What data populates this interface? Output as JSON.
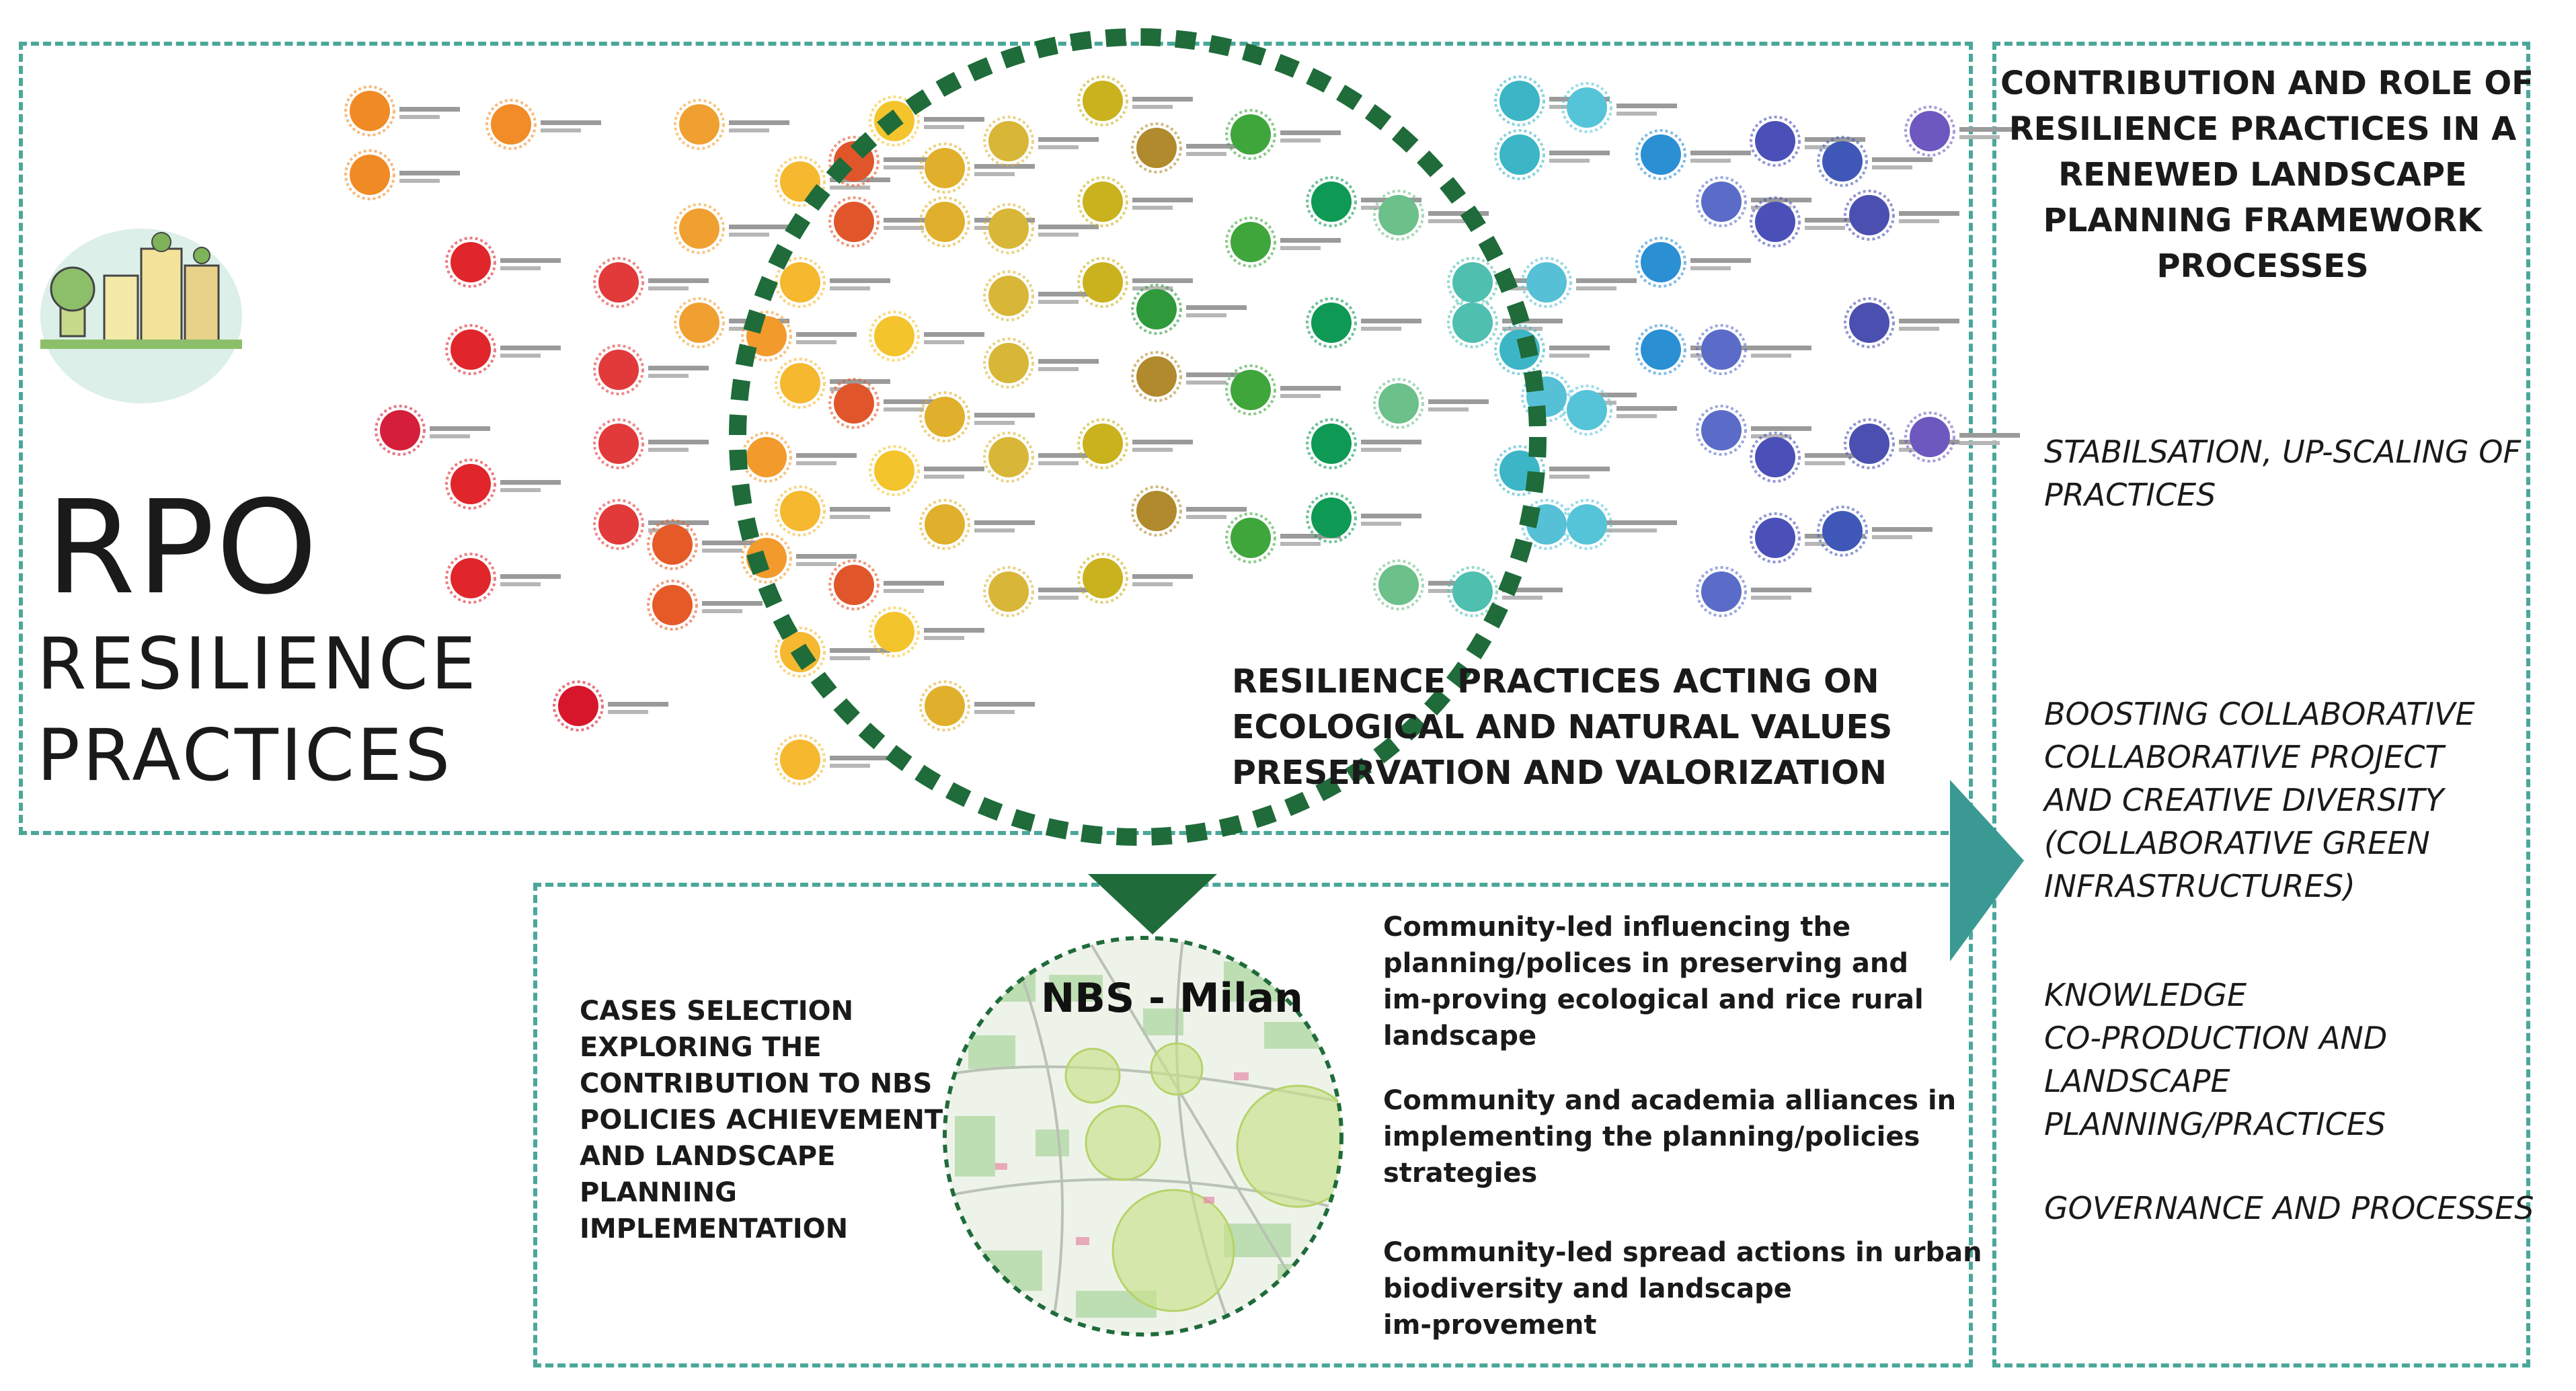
{
  "left_title": {
    "line1": "RPO",
    "line2": "RESILIENCE",
    "line3": "PRACTICES"
  },
  "caption": [
    "RESILIENCE PRACTICES ACTING ON",
    "ECOLOGICAL AND NATURAL VALUES",
    "PRESERVATION AND VALORIZATION"
  ],
  "right_title": [
    "CONTRIBUTION AND ROLE OF",
    "RESILIENCE PRACTICES IN A",
    "RENEWED LANDSCAPE",
    "PLANNING FRAMEWORK",
    "PROCESSES"
  ],
  "right_items": [
    [
      "STABILSATION, UP-SCALING OF",
      "PRACTICES"
    ],
    [
      "BOOSTING COLLABORATIVE",
      "COLLABORATIVE PROJECT",
      "AND CREATIVE DIVERSITY",
      "(COLLABORATIVE GREEN",
      "INFRASTRUCTURES)"
    ],
    [
      "KNOWLEDGE",
      "CO-PRODUCTION AND",
      "LANDSCAPE",
      "PLANNING/PRACTICES"
    ],
    [
      "GOVERNANCE AND PROCESSES"
    ]
  ],
  "cases": [
    "CASES SELECTION",
    "EXPLORING THE",
    "CONTRIBUTION TO NBS",
    "POLICIES ACHIEVEMENT",
    "AND LANDSCAPE",
    "PLANNING",
    "IMPLEMENTATION"
  ],
  "nbs_title": "NBS - Milan",
  "bullets": [
    [
      "Community-led influencing the",
      "planning/polices in preserving and",
      "im-proving ecological and rice rural",
      "landscape"
    ],
    [
      "Community and academia alliances in",
      "implementing the planning/policies",
      "strategies"
    ],
    [
      "Community-led spread actions in urban",
      "biodiversity and landscape",
      "im-provement"
    ]
  ],
  "colors": {
    "dashed_border": "#4aa79a",
    "circle_border": "#1f6b3a",
    "arrow": "#3a9a93",
    "down_triangle": "#1f6b3a",
    "map_circle": "#c9e08a"
  }
}
